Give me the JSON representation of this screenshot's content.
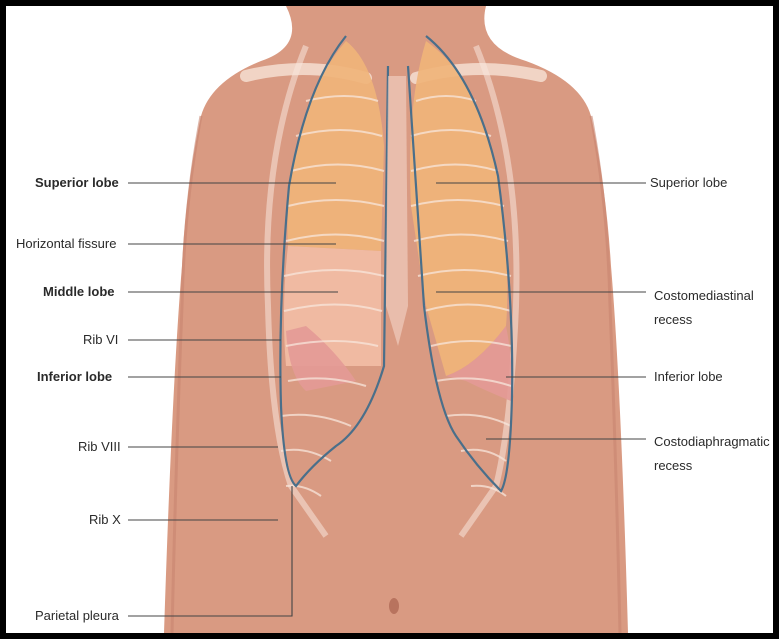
{
  "labels_left": [
    {
      "id": "superior-lobe-left",
      "text": "Superior lobe",
      "bold": true
    },
    {
      "id": "horizontal-fissure",
      "text": "Horizontal fissure",
      "bold": false
    },
    {
      "id": "middle-lobe",
      "text": "Middle lobe",
      "bold": true
    },
    {
      "id": "rib-vi",
      "text": "Rib VI",
      "bold": false
    },
    {
      "id": "inferior-lobe-left",
      "text": "Inferior lobe",
      "bold": true
    },
    {
      "id": "rib-viii",
      "text": "Rib VIII",
      "bold": false
    },
    {
      "id": "rib-x",
      "text": "Rib X",
      "bold": false
    },
    {
      "id": "parietal-pleura",
      "text": "Parietal pleura",
      "bold": false
    }
  ],
  "labels_right": [
    {
      "id": "superior-lobe-right",
      "text": "Superior lobe"
    },
    {
      "id": "costomediastinal-recess",
      "text": "Costomediastinal recess"
    },
    {
      "id": "inferior-lobe-right",
      "text": "Inferior lobe"
    },
    {
      "id": "costodiaphragmatic-recess",
      "text": "Costodiaphragmatic recess"
    }
  ],
  "colors": {
    "skin": "#d99a82",
    "skin_shadow": "#c88670",
    "upper_lobe": "#f0b47a",
    "middle_lobe": "#f3c0a8",
    "lower_lobe": "#e39a96",
    "pleura_line": "#4a6f8a",
    "rib": "#f8e6dc",
    "frame": "#000000"
  }
}
